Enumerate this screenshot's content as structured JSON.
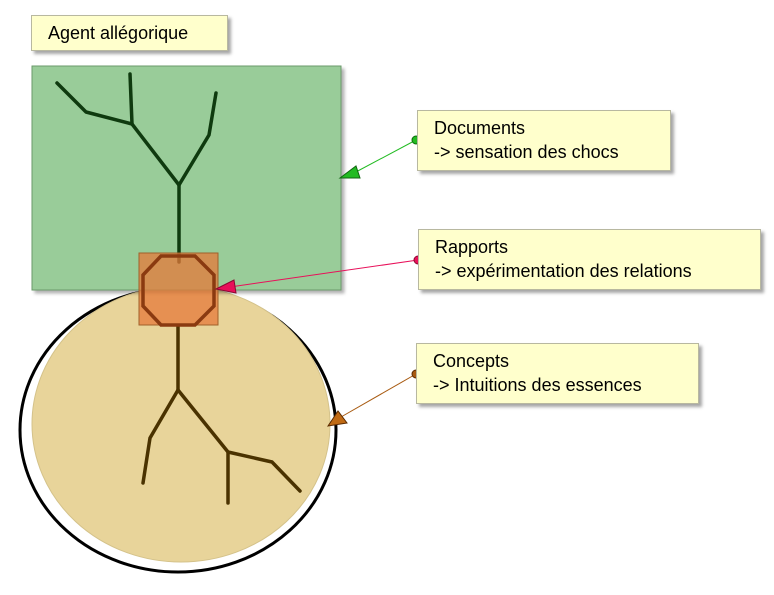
{
  "title": "Agent allégorique",
  "notes": {
    "documents": {
      "line1": "Documents",
      "line2": "-> sensation des chocs",
      "color": "#22bb22"
    },
    "rapports": {
      "line1": "Rapports",
      "line2": "-> expérimentation des relations",
      "color": "#e8105a"
    },
    "concepts": {
      "line1": "Concepts",
      "line2": "-> Intuitions des essences",
      "color": "#a85a10"
    }
  },
  "colors": {
    "upper_box": "#99cc99",
    "lower_circle": "#e8d49a",
    "relation_square": "#e67a3a",
    "upper_branches": "#0f3a0f",
    "lower_roots": "#4a3200",
    "octagon": "#8a3a10"
  }
}
